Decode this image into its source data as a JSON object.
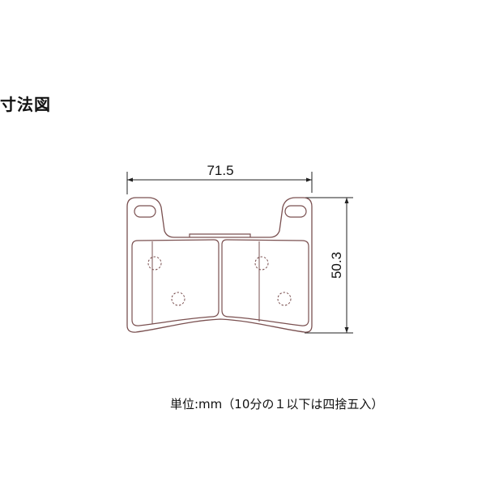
{
  "title": "寸法図",
  "dimensions": {
    "width_label": "71.5",
    "height_label": "50.3"
  },
  "footnote": "単位:mm（10分の１以下は四捨五入）",
  "colors": {
    "line": "#7a5050",
    "dimension_line": "#222222",
    "text": "#111111"
  }
}
